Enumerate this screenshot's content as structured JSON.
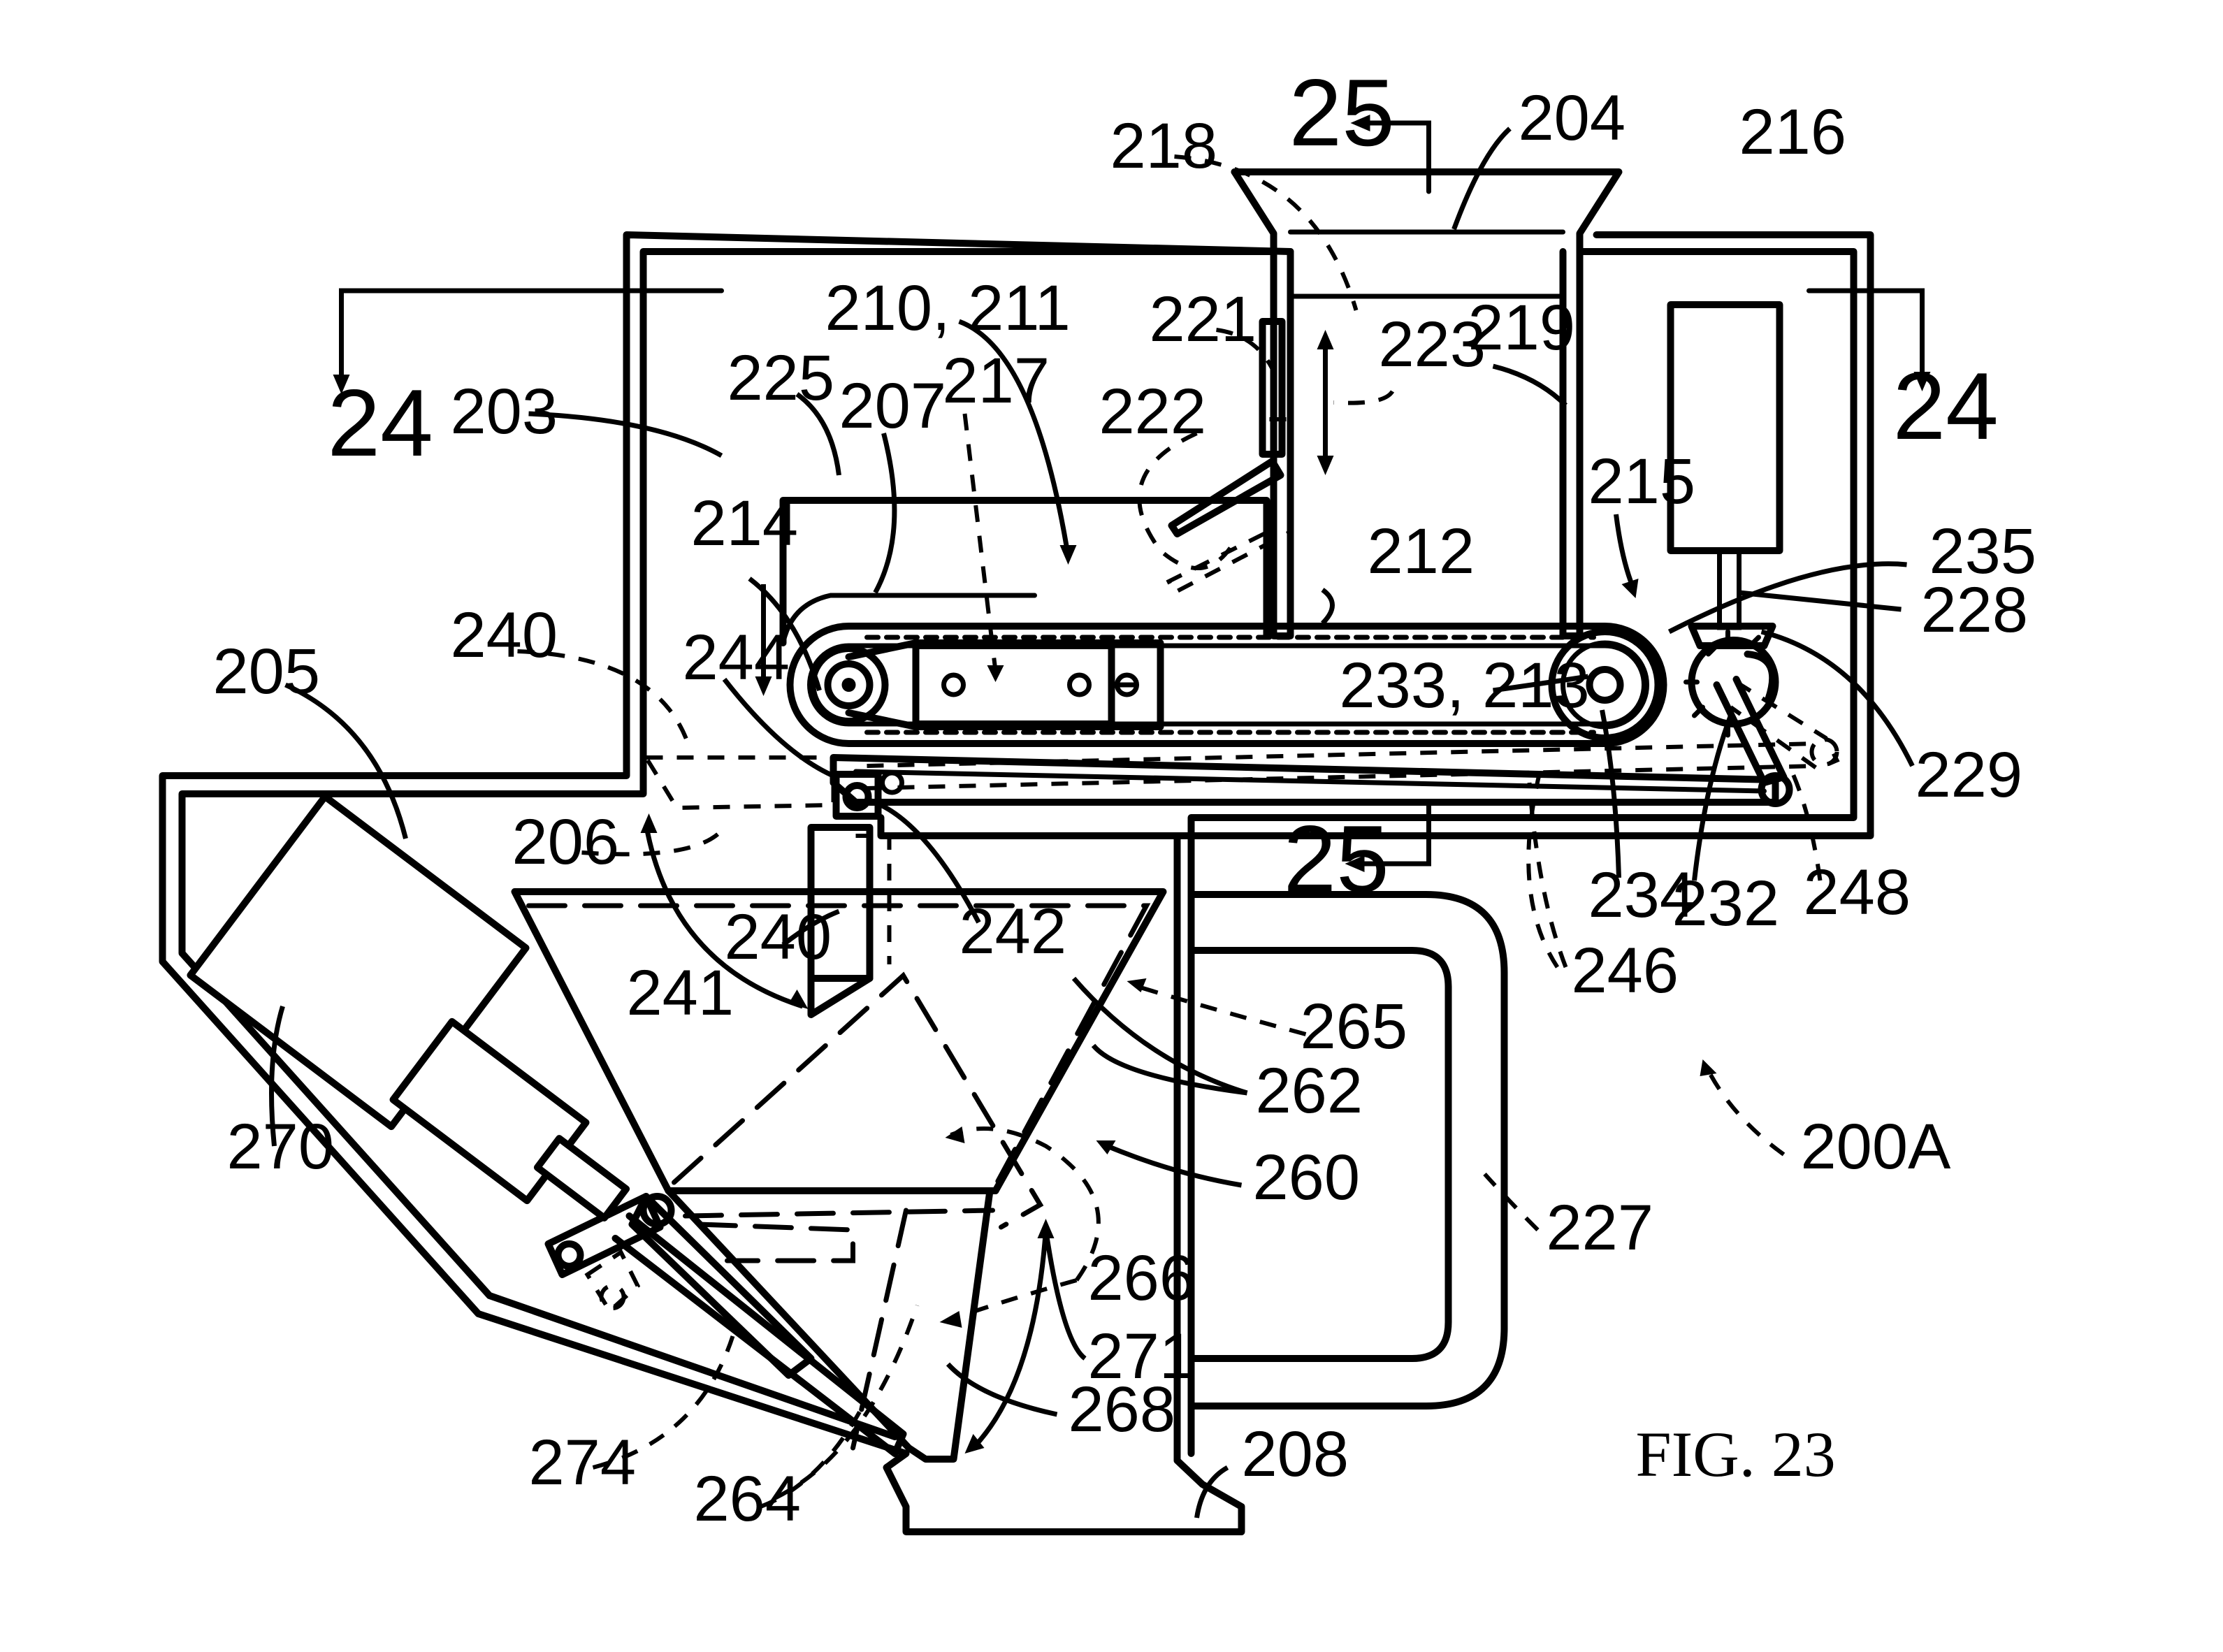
{
  "figure": {
    "title": "FIG. 23",
    "section_marks": {
      "s24_left": "24",
      "s24_right": "24",
      "s25_top": "25",
      "s25_bottom": "25"
    },
    "refs": {
      "r204": "204",
      "r218": "218",
      "r216": "216",
      "r210": "210, 211",
      "r221": "221",
      "r223": "223",
      "r219": "219",
      "r225": "225",
      "r207": "207",
      "r217": "217",
      "r222": "222",
      "r203": "203",
      "r215": "215",
      "r214": "214",
      "r212": "212",
      "r235": "235",
      "r228": "228",
      "r240a": "240",
      "r244": "244",
      "r233": "233, 213",
      "r205": "205",
      "r229": "229",
      "r206": "206",
      "r234": "234",
      "r232": "232",
      "r248": "248",
      "r242": "242",
      "r240b": "240",
      "r241": "241",
      "r246": "246",
      "r265": "265",
      "r270": "270",
      "r262": "262",
      "r200": "200A",
      "r260": "260",
      "r227": "227",
      "r266": "266",
      "r271": "271",
      "r268": "268",
      "r208": "208",
      "r274": "274",
      "r264": "264"
    }
  }
}
